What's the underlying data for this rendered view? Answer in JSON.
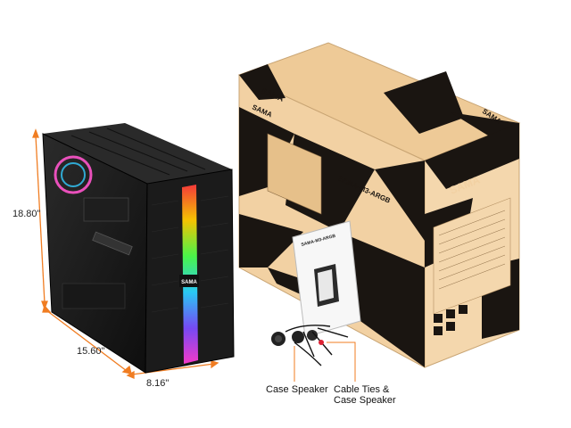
{
  "dimensions": {
    "height": "18.80\"",
    "depth": "15.60\"",
    "width": "8.16\""
  },
  "case": {
    "front_logo": "SAMA"
  },
  "box": {
    "brand_top": "SAMA",
    "brand_side_top": "SAMA",
    "brand_side_right": "SAMA",
    "brand_front": "SAMA",
    "model": "SAMA-M3-ARGB"
  },
  "manual": {
    "title": "SAMA-M3-ARGB"
  },
  "callouts": {
    "speaker": "Case Speaker",
    "ties_line1": "Cable Ties &",
    "ties_line2": "Case Speaker"
  },
  "colors": {
    "box": "#f2d1a3",
    "box_pattern": "#1a1511",
    "case": "#1b1b1b",
    "dimension_line": "#f07d22"
  }
}
